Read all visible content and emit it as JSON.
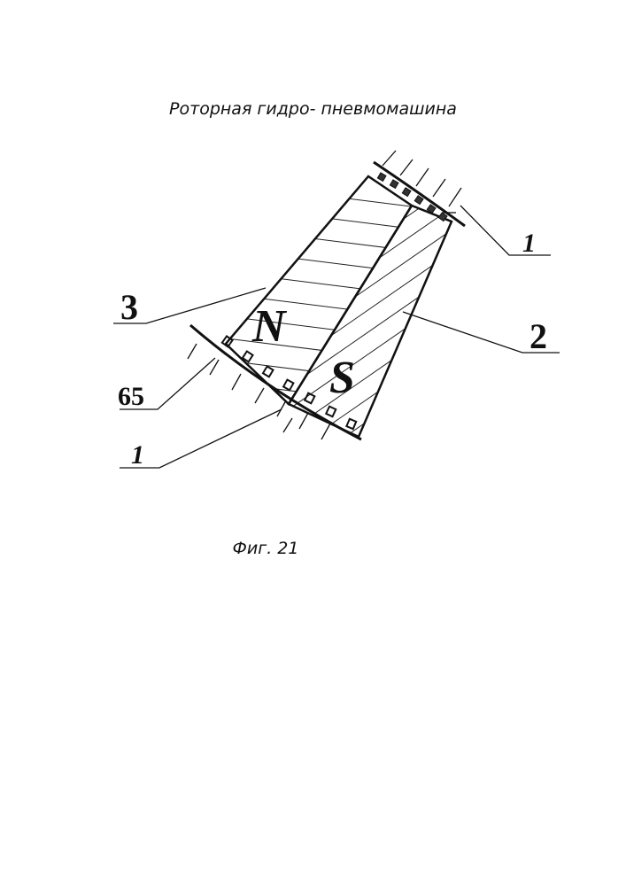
{
  "title": "Роторная гидро- пневмомашина",
  "caption": "Фиг. 21",
  "labels": {
    "ref_1_top": "1",
    "ref_2": "2",
    "ref_3": "3",
    "ref_65": "65",
    "ref_1_bottom": "1",
    "pole_n": "N",
    "pole_s": "S"
  }
}
